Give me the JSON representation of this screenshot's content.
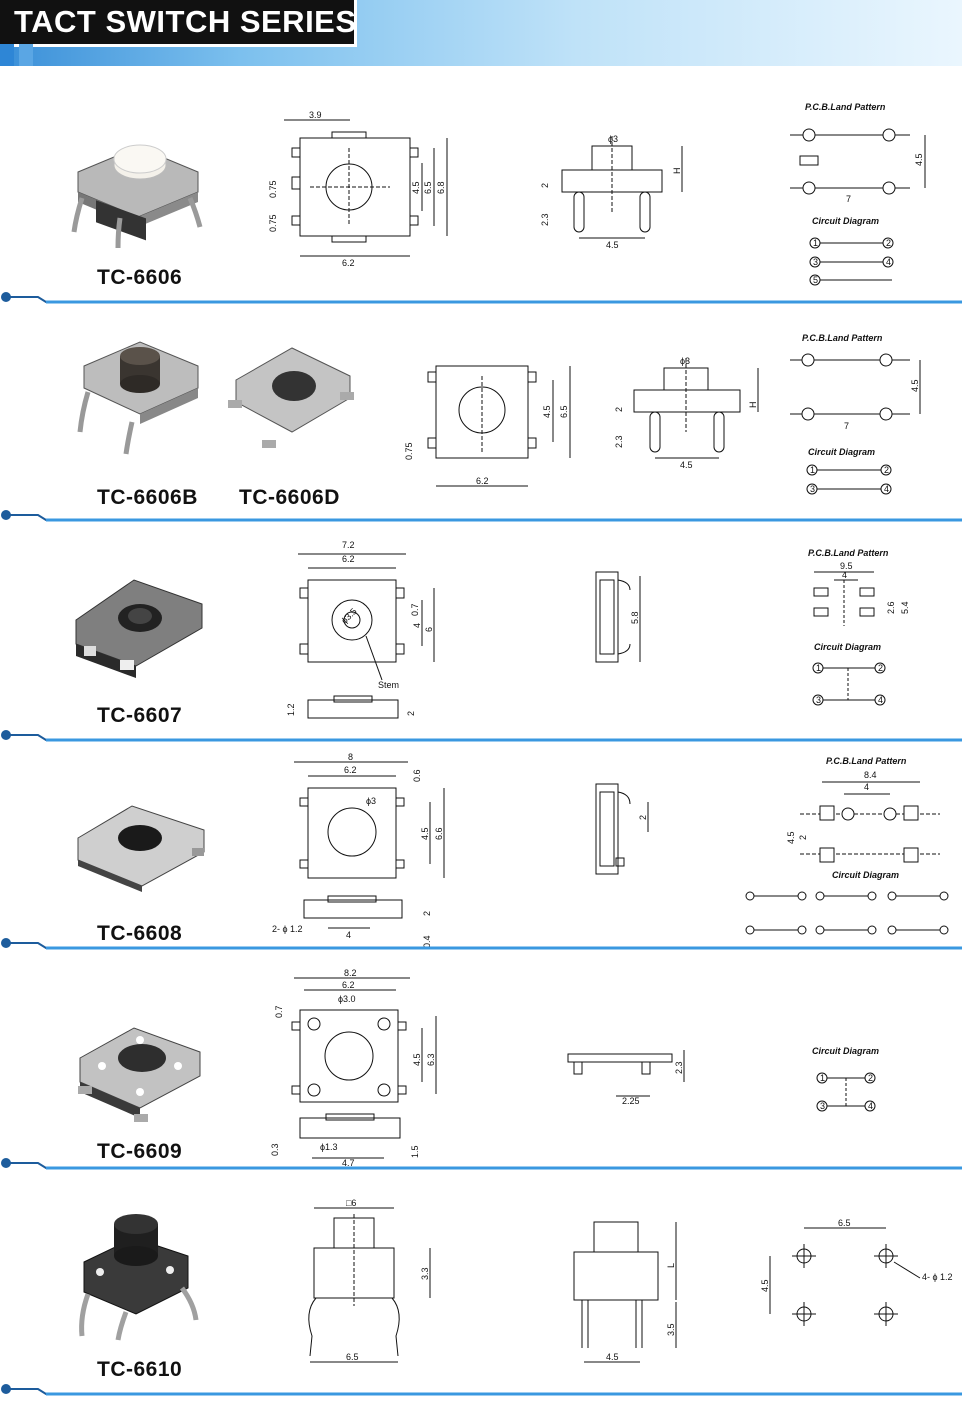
{
  "header": {
    "title": "TACT SWITCH SERIES"
  },
  "labels": {
    "pcb_land_pattern": "P.C.B.Land Pattern",
    "circuit_diagram": "Circuit Diagram",
    "stem": "Stem"
  },
  "models": {
    "m6606": "TC-6606",
    "m6606b": "TC-6606B",
    "m6606d": "TC-6606D",
    "m6607": "TC-6607",
    "m6608": "TC-6608",
    "m6609": "TC-6609",
    "m6610": "TC-6610"
  },
  "dims": {
    "s1": {
      "top": "3.9",
      "left_a": "0.75",
      "left_b": "0.75",
      "h1": "4.5",
      "h2": "6.5",
      "h3": "6.8",
      "bottom": "6.2",
      "phi": "ϕ3",
      "side_h": "H",
      "side_2": "2",
      "side_23": "2.3",
      "side_45": "4.5",
      "pcb_45": "4.5",
      "pcb_7": "7"
    },
    "s2": {
      "left": "0.75",
      "h1": "4.5",
      "h2": "6.5",
      "bottom": "6.2",
      "phi": "ϕ3",
      "side_h": "H",
      "side_2": "2",
      "side_23": "2.3",
      "side_45": "4.5",
      "pcb_45": "4.5",
      "pcb_7": "7"
    },
    "s3": {
      "w1": "7.2",
      "w2": "6.2",
      "v07": "0.7",
      "v4": "4",
      "v6": "6",
      "dia": "ϕ3.5",
      "h12": "1.2",
      "h2": "2",
      "side_58": "5.8",
      "pcb_95": "9.5",
      "pcb_4": "4",
      "pcb_26": "2.6",
      "pcb_54": "5.4"
    },
    "s4": {
      "w8": "8",
      "w62": "6.2",
      "v06": "0.6",
      "v45": "4.5",
      "v66": "6.6",
      "dia": "ϕ3",
      "v2": "2",
      "v04": "0.4",
      "pin": "2- ϕ 1.2",
      "b4": "4",
      "side_2": "2",
      "pcb_84": "8.4",
      "pcb_4": "4",
      "pcb_2": "2",
      "pcb_45": "4.5"
    },
    "s5": {
      "w82": "8.2",
      "w62": "6.2",
      "dia30": "ϕ3.0",
      "v07": "0.7",
      "v45": "4.5",
      "v63": "6.3",
      "v03": "0.3",
      "dia13": "ϕ1.3",
      "b47": "4.7",
      "v15": "1.5",
      "side_23": "2.3",
      "side_225": "2.25"
    },
    "s6": {
      "sq6": "□6",
      "v33": "3.3",
      "b65": "6.5",
      "L": "L",
      "v35": "3.5",
      "b45": "4.5",
      "pcb_65": "6.5",
      "pcb_45": "4.5",
      "pcb_hole": "4- ϕ 1.2"
    }
  },
  "pins": [
    "1",
    "2",
    "3",
    "4",
    "5"
  ],
  "colors": {
    "accent": "#2e86d6",
    "header_dark": "#111111",
    "line": "#111111"
  }
}
